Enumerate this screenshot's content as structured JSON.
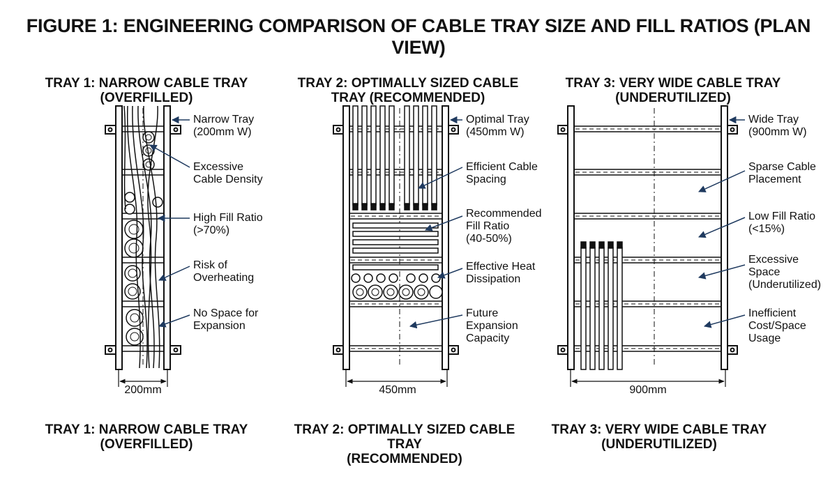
{
  "figure_title": "FIGURE 1: ENGINEERING COMPARISON OF CABLE TRAY SIZE AND FILL RATIOS (PLAN VIEW)",
  "trays": [
    {
      "top_title": [
        "TRAY 1: NARROW CABLE TRAY",
        "(OVERFILLED)"
      ],
      "bottom_title": [
        "TRAY 1: NARROW CABLE TRAY",
        "(OVERFILLED)"
      ],
      "dimension": "200mm",
      "callouts": [
        [
          "Narrow Tray",
          "(200mm W)"
        ],
        [
          "Excessive",
          "Cable Density"
        ],
        [
          "High Fill Ratio",
          "(>70%)"
        ],
        [
          "Risk of",
          "Overheating"
        ],
        [
          "No Space for",
          "Expansion"
        ]
      ]
    },
    {
      "top_title": [
        "TRAY 2: OPTIMALLY SIZED CABLE",
        "TRAY (RECOMMENDED)"
      ],
      "bottom_title": [
        "TRAY 2: OPTIMALLY SIZED CABLE TRAY",
        "(RECOMMENDED)"
      ],
      "dimension": "450mm",
      "callouts": [
        [
          "Optimal Tray",
          "(450mm W)"
        ],
        [
          "Efficient Cable",
          "Spacing"
        ],
        [
          "Recommended",
          "Fill Ratio",
          "(40-50%)"
        ],
        [
          "Effective Heat",
          "Dissipation"
        ],
        [
          "Future",
          "Expansion",
          "Capacity"
        ]
      ]
    },
    {
      "top_title": [
        "TRAY 3: VERY WIDE CABLE TRAY",
        "(UNDERUTILIZED)"
      ],
      "bottom_title": [
        "TRAY 3: VERY WIDE CABLE TRAY",
        "(UNDERUTILIZED)"
      ],
      "dimension": "900mm",
      "callouts": [
        [
          "Wide Tray",
          "(900mm W)"
        ],
        [
          "Sparse Cable",
          "Placement"
        ],
        [
          "Low Fill Ratio",
          "(<15%)"
        ],
        [
          "Excessive",
          "Space",
          "(Underutilized)"
        ],
        [
          "Inefficient",
          "Cost/Space",
          "Usage"
        ]
      ]
    }
  ],
  "colors": {
    "ink": "#111111",
    "arrow": "#1f3a5f",
    "fill": "#e6e6e6"
  }
}
